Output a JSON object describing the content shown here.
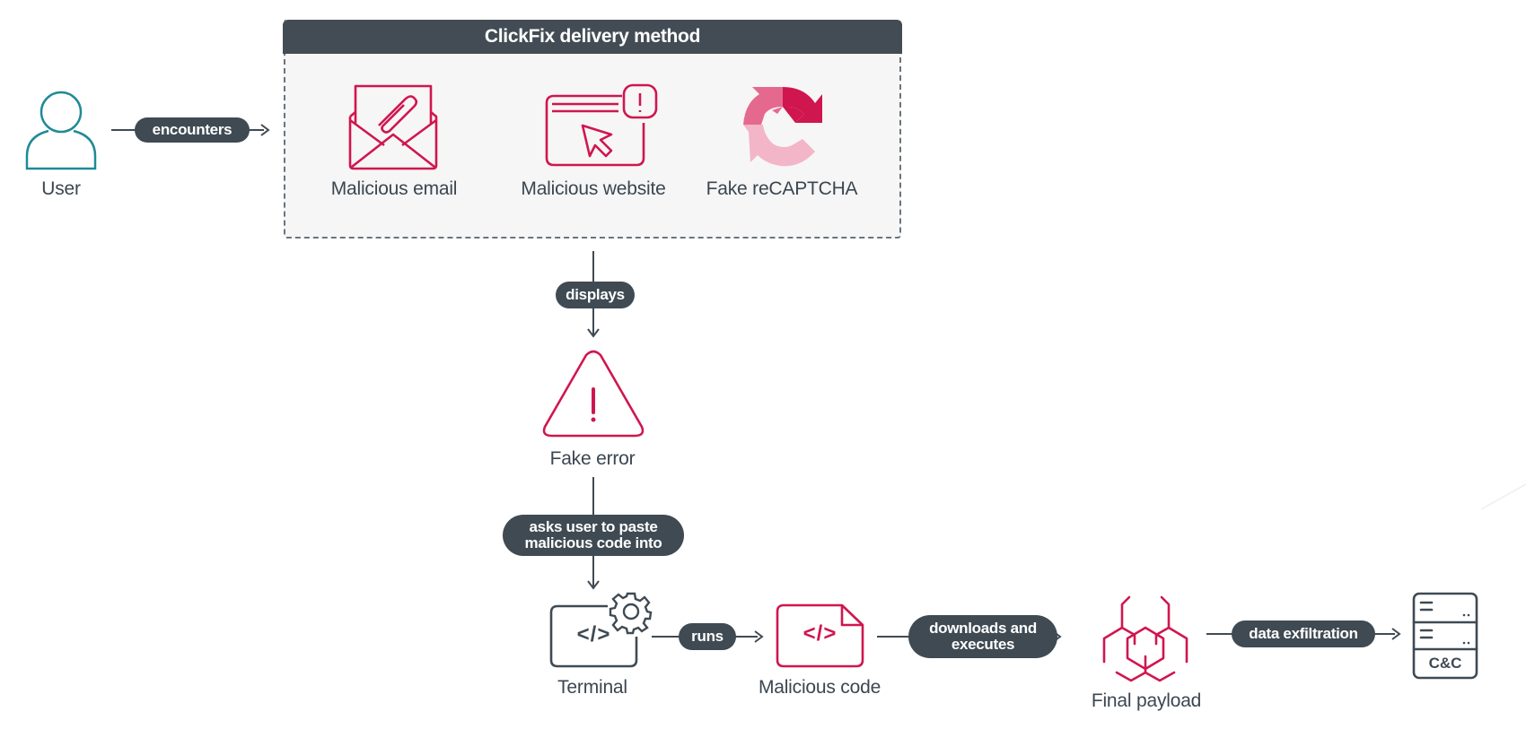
{
  "colors": {
    "accent": "#d0164f",
    "accent_mid": "#e5698e",
    "accent_light": "#f3b5c8",
    "user_teal": "#1f8a96",
    "dark": "#3f4a53",
    "header_bg": "#434c54",
    "group_bg": "#f6f6f6"
  },
  "user": {
    "label": "User",
    "icon": "user-icon"
  },
  "delivery_group": {
    "title": "ClickFix delivery method",
    "items": [
      {
        "label": "Malicious email",
        "icon": "envelope-paperclip-icon"
      },
      {
        "label": "Malicious website",
        "icon": "browser-cursor-alert-icon"
      },
      {
        "label": "Fake reCAPTCHA",
        "icon": "recaptcha-arrows-icon"
      }
    ]
  },
  "fake_error": {
    "label": "Fake error",
    "icon": "warning-triangle-icon",
    "glyph": "!"
  },
  "terminal": {
    "label": "Terminal",
    "icon": "terminal-gear-icon",
    "glyph": "</>"
  },
  "malicious_code": {
    "label": "Malicious code",
    "icon": "code-file-icon",
    "glyph": "</>"
  },
  "final_payload": {
    "label": "Final payload",
    "icon": "biohazard-hex-icon"
  },
  "cnc": {
    "label": "C&C",
    "icon": "server-icon"
  },
  "edges": {
    "encounters": "encounters",
    "displays": "displays",
    "asks_line1": "asks user to paste",
    "asks_line2": "malicious code into",
    "runs": "runs",
    "downloads_line1": "downloads and",
    "downloads_line2": "executes",
    "exfil": "data exfiltration"
  }
}
